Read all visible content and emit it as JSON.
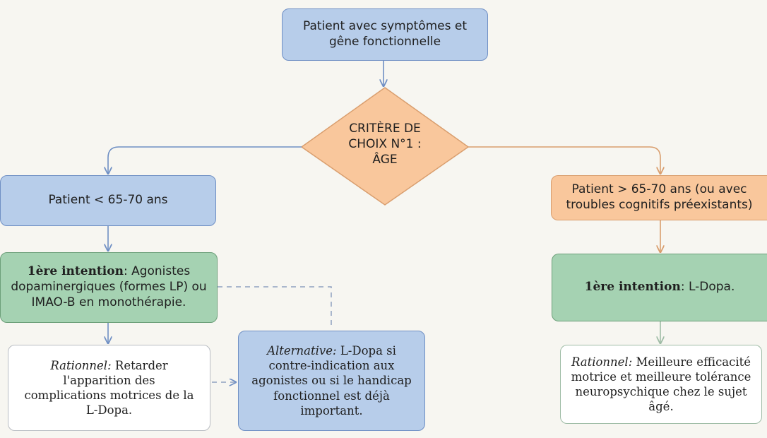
{
  "start": {
    "line1": "Patient avec symptômes et",
    "line2": "gêne fonctionnelle"
  },
  "decision": {
    "line1": "CRITÈRE DE",
    "line2": "CHOIX N°1 :",
    "line3": "ÂGE"
  },
  "left": {
    "group": "Patient < 65-70 ans",
    "first_line": {
      "label": "1ère intention",
      "text1": ": Agonistes",
      "text2": "dopaminergiques (formes LP) ou",
      "text3": "IMAO-B en monothérapie."
    },
    "rationale": {
      "label": "Rationnel:",
      "text1": " Retarder",
      "text2": "l'apparition des",
      "text3": "complications motrices de la",
      "text4": "L-Dopa."
    },
    "alternative": {
      "label": "Alternative:",
      "text1": " L-Dopa si",
      "text2": "contre-indication aux",
      "text3": "agonistes ou si le handicap",
      "text4": "fonctionnel est déjà",
      "text5": "important."
    }
  },
  "right": {
    "group": {
      "line1": "Patient > 65-70 ans (ou avec",
      "line2": "troubles cognitifs préexistants)"
    },
    "first_line": {
      "label": "1ère intention",
      "text": ": L-Dopa."
    },
    "rationale": {
      "label": "Rationnel:",
      "text1": " Meilleure efficacité",
      "text2": "motrice et meilleure tolérance",
      "text3": "neuropsychique chez le sujet",
      "text4": "âgé."
    }
  },
  "colors": {
    "blue_fill": "#b7cdea",
    "green_fill": "#a5d2b2",
    "orange_fill": "#f9c79c",
    "blue_line": "#6f8fc4",
    "orange_line": "#d99e6e",
    "green_line": "#6c9f79"
  }
}
